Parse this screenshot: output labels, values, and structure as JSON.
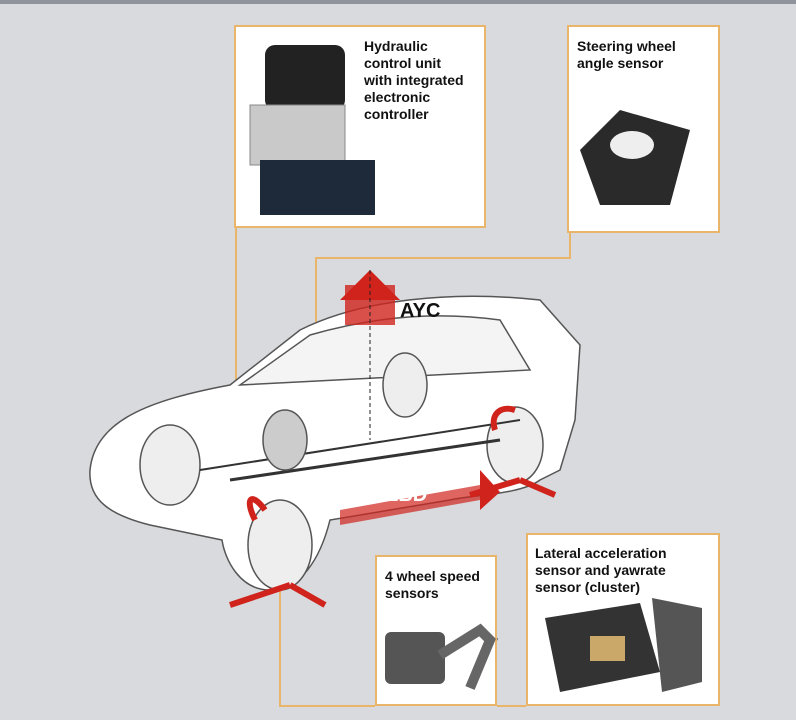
{
  "components": {
    "hydraulic": {
      "label_lines": [
        "Hydraulic",
        "control unit",
        "with integrated",
        "electronic",
        "controller"
      ]
    },
    "steering": {
      "label_lines": [
        "Steering wheel",
        "angle sensor"
      ]
    },
    "wheel_speed": {
      "label_lines": [
        "4 wheel speed",
        "sensors"
      ]
    },
    "lateral": {
      "label_lines": [
        "Lateral acceleration",
        "sensor and yawrate",
        "sensor (cluster)"
      ]
    }
  },
  "tags": {
    "ayc": "AYC",
    "ebd": "EBD"
  },
  "colors": {
    "connector": "#e8b56a",
    "arrow": "#d0231c",
    "background": "#d8dadd"
  }
}
